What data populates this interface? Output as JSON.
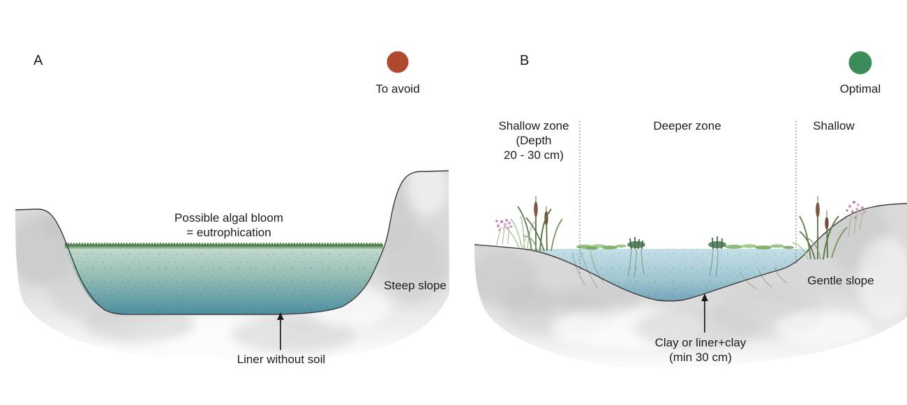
{
  "figure": {
    "panelA": {
      "label": "A",
      "legend": {
        "label": "To avoid",
        "color": "#b04a2f"
      },
      "bloom_line1": "Possible algal bloom",
      "bloom_line2": "= eutrophication",
      "steep_slope": "Steep slope",
      "liner": "Liner without soil"
    },
    "panelB": {
      "label": "B",
      "legend": {
        "label": "Optimal",
        "color": "#3e8b5a"
      },
      "zone_shallow_left_line1": "Shallow zone",
      "zone_shallow_left_line2": "(Depth",
      "zone_shallow_left_line3": "20 - 30 cm)",
      "zone_deeper": "Deeper zone",
      "zone_shallow_right": "Shallow",
      "gentle_slope": "Gentle slope",
      "clay_line1": "Clay or liner+clay",
      "clay_line2": "(min 30 cm)"
    },
    "colors": {
      "avoid": "#b04a2f",
      "optimal": "#3e8b5a",
      "algae": "#4e7c52",
      "water_deep_a": "#4b8da0",
      "water_shallow_b": "#c5dfe7",
      "ground": "#d9d9d9"
    }
  }
}
